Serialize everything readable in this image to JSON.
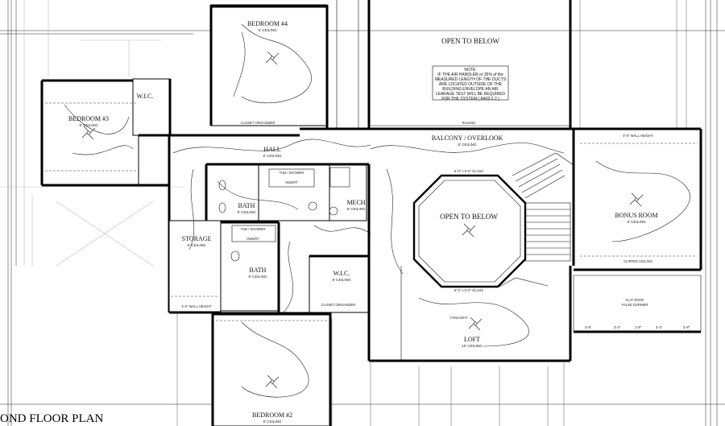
{
  "plan_title": "OND FLOOR PLAN",
  "rooms": {
    "bedroom4": {
      "name": "BEDROOM #4",
      "ceiling": "8' CEILING"
    },
    "open_to_below_top": {
      "name": "OPEN TO BELOW"
    },
    "bedroom3": {
      "name": "BEDROOM #3",
      "ceiling": "8' CEILING"
    },
    "wic_top": {
      "name": "W.I.C."
    },
    "hall": {
      "name": "HALL",
      "ceiling": "8' CEILING"
    },
    "balcony": {
      "name": "BALCONY / OVERLOOK",
      "ceiling": "8' CEILING"
    },
    "bath_upper": {
      "name": "BATH",
      "ceiling": "8' CEILING"
    },
    "mech": {
      "name": "MECH",
      "ceiling": "8' CEILING"
    },
    "open_to_below_center": {
      "name": "OPEN TO BELOW"
    },
    "bonus": {
      "name": "BONUS ROOM",
      "ceiling": "8' CEILING"
    },
    "storage": {
      "name": "STORAGE",
      "ceiling": "8' CEILING"
    },
    "bath_lower": {
      "name": "BATH",
      "ceiling": "8' CEILING"
    },
    "wic_lower": {
      "name": "W.I.C.",
      "ceiling": "8' CEILING"
    },
    "loft": {
      "name": "LOFT",
      "ceiling": "10' CEILING"
    },
    "bedroom2": {
      "name": "BEDROOM #2",
      "ceiling": "8' CEILING"
    }
  },
  "labels": {
    "railing": "RAILING",
    "closet_organizer_top": "CLOSET ORGANIZER",
    "closet_organizer_lower": "CLOSET ORGANIZER",
    "tub_shower_upper": "TUB / SHOWER",
    "tub_shower_lower": "TUB / SHOWER",
    "insert": "INSERT",
    "clipped_ceiling": "CLIPPED CEILING",
    "wall_height": "4'-0\" WALL HEIGHT",
    "flat_roof": "FLAT ROOF",
    "false_dormer": "FALSE DORMER",
    "glass_top": "5'-0\" x 5'-0\" GLASS",
    "glass_bottom": "6'-0\" x 5'-0\" GLASS",
    "fan_light": "FAN/LIGHT",
    "flat_roof_dims": [
      "3'-8\"",
      "3'-4\"",
      "1'-8\"",
      "3'-4\"",
      "3'-8\""
    ]
  },
  "note": {
    "heading": "NOTE:",
    "lines": [
      "IF THE AIR HANDLER or 35% of the",
      "MEASURED LENGTH OF THE DUCTS",
      "ARE LOCATED OUTSIDE OF THE",
      "BUILDING ENVELOPE AN AIR",
      "LEAKAGE TEST WILL BE REQUIRED",
      "FOR THE SYSTEM ( R403.2.2 )"
    ]
  }
}
